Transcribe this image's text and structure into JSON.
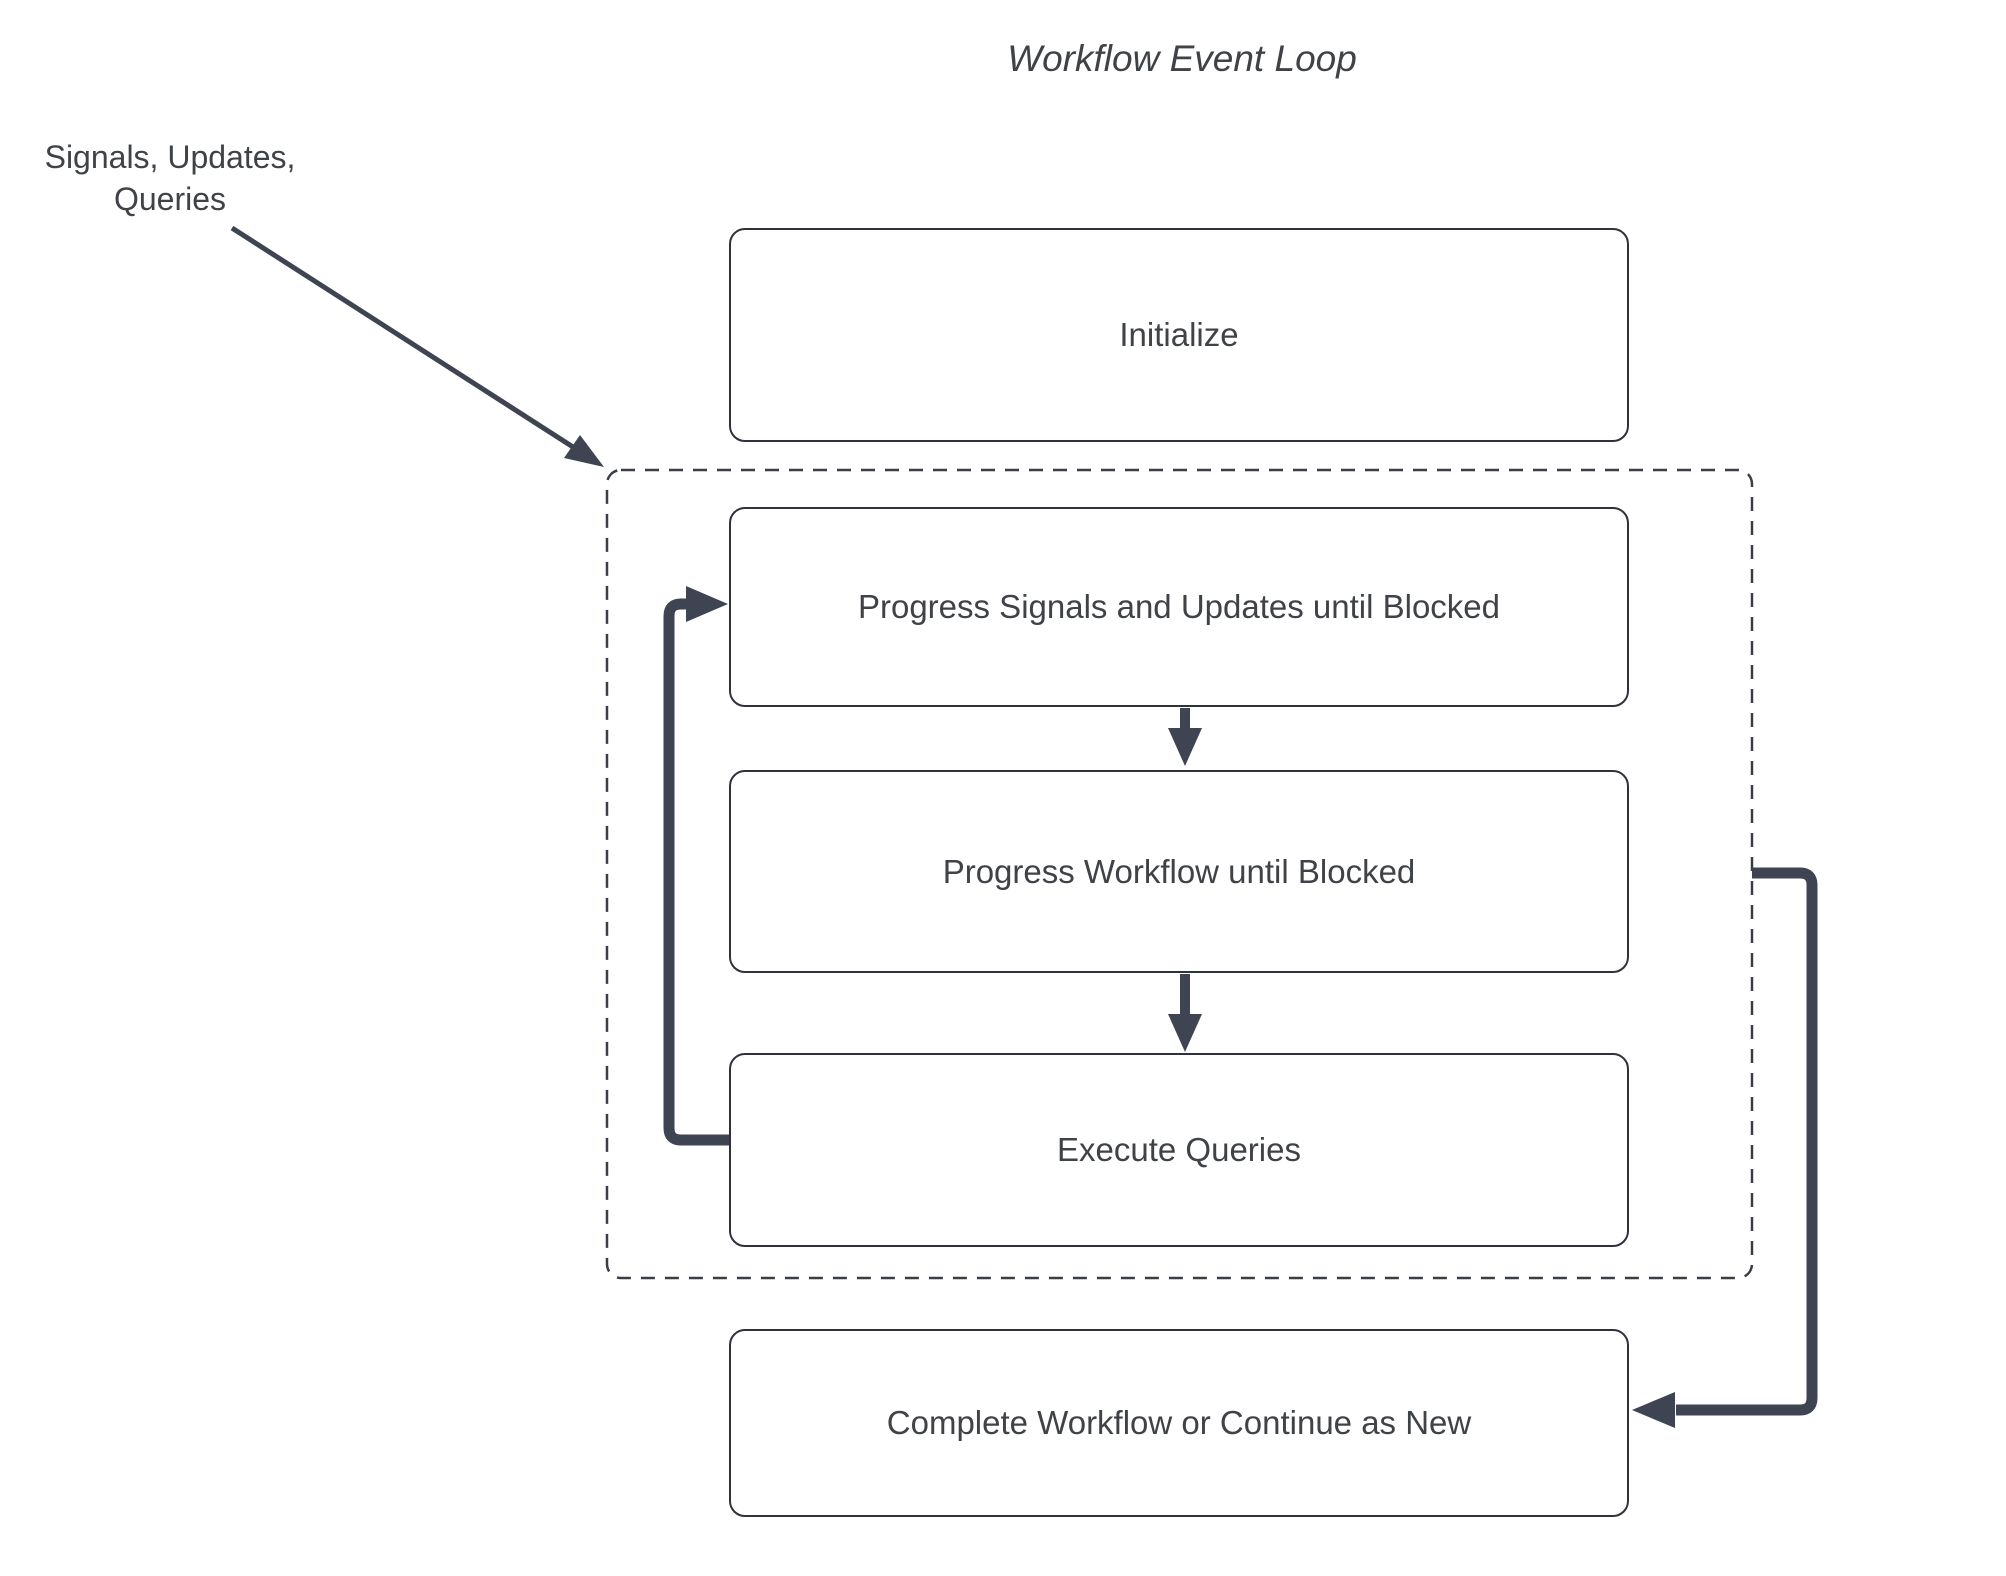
{
  "title": "Workflow Event Loop",
  "annotation": {
    "line1": "Signals, Updates,",
    "line2": "Queries"
  },
  "nodes": {
    "initialize": {
      "label": "Initialize"
    },
    "progress_signals": {
      "label": "Progress Signals and Updates until Blocked"
    },
    "progress_workflow": {
      "label": "Progress Workflow until Blocked"
    },
    "execute_queries": {
      "label": "Execute Queries"
    },
    "complete": {
      "label": "Complete Workflow or Continue as New"
    }
  },
  "icons": {
    "arrow_into_loop": "arrowhead pointing to dashed event-loop boundary",
    "down_arrows": "arrowheads between sequential steps",
    "loop_back_arrow": "arrowhead from Execute Queries back to Progress Signals",
    "continue_arrow": "arrowhead from loop boundary into Complete Workflow"
  },
  "colors": {
    "connector": "#3e4451",
    "node_border": "#2f323a",
    "dashed_border": "#3a3e47",
    "text": "#3f4247",
    "background": "#ffffff"
  }
}
